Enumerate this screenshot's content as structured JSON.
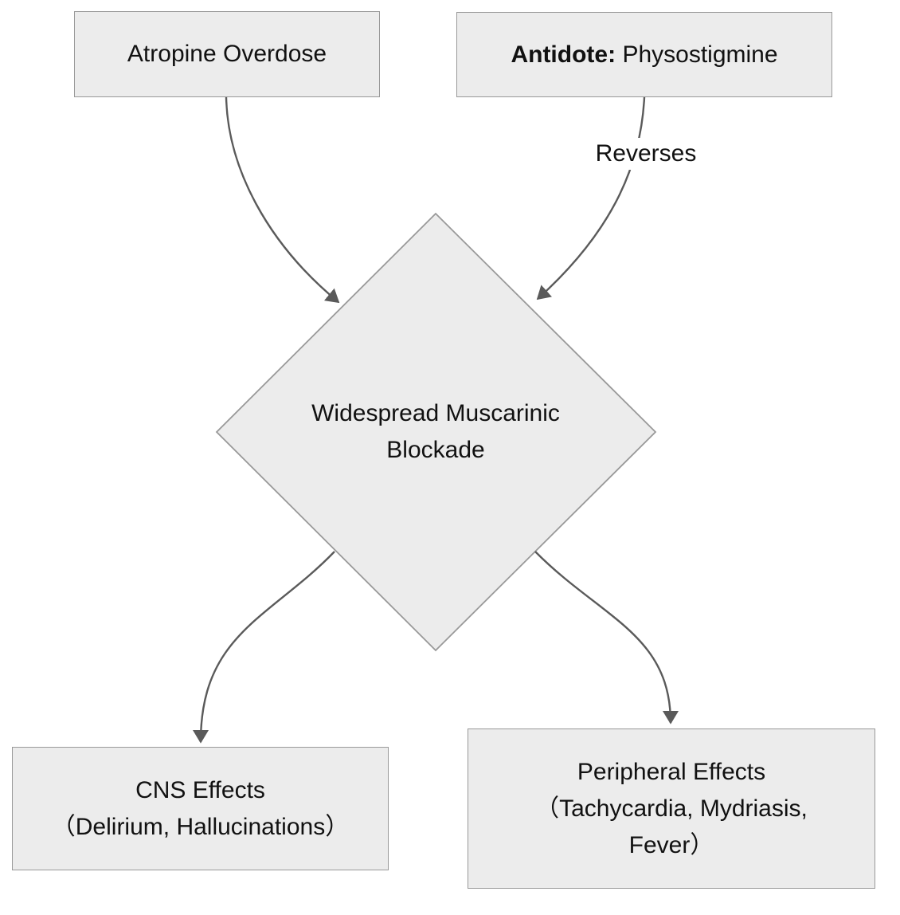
{
  "diagram": {
    "nodes": {
      "atropine": {
        "label": "Atropine Overdose"
      },
      "antidote": {
        "label_bold": "Antidote:",
        "label_rest": "Physostigmine"
      },
      "blockade": {
        "lines": [
          "Widespread Muscarinic",
          "Blockade"
        ]
      },
      "cns": {
        "lines": [
          "CNS Effects",
          "（Delirium, Hallucinations）"
        ]
      },
      "peripheral": {
        "lines": [
          "Peripheral Effects",
          "（Tachycardia, Mydriasis,",
          "Fever）"
        ]
      }
    },
    "edges": {
      "antidote_to_blockade": {
        "label": "Reverses"
      }
    },
    "colors": {
      "node_fill": "#ececec",
      "node_border": "#999999",
      "line": "#5a5a5a",
      "text": "#111111",
      "background": "#ffffff"
    }
  }
}
